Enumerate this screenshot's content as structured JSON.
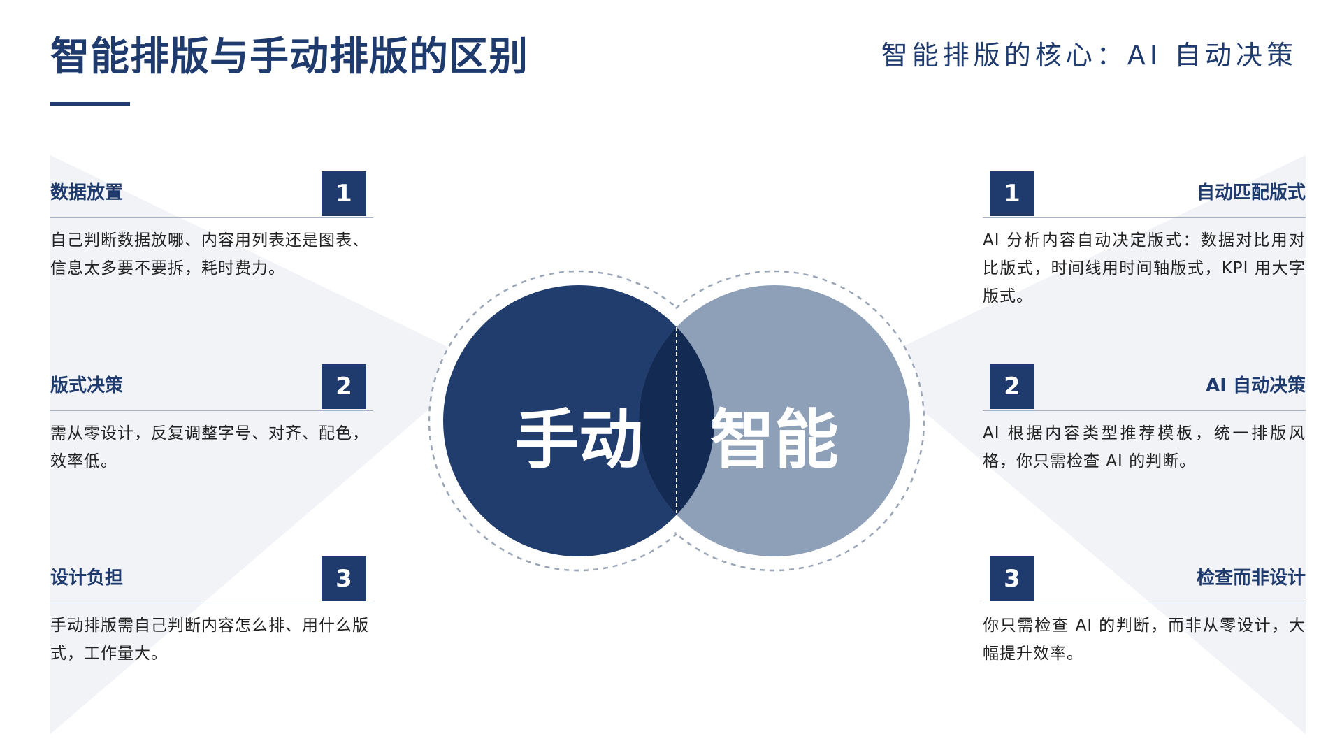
{
  "header": {
    "title": "智能排版与手动排版的区别",
    "subtitle": "智能排版的核心：AI 自动决策"
  },
  "left": {
    "items": [
      {
        "number": "1",
        "heading": "数据放置",
        "description": "自己判断数据放哪、内容用列表还是图表、信息太多要不要拆，耗时费力。"
      },
      {
        "number": "2",
        "heading": "版式决策",
        "description": "需从零设计，反复调整字号、对齐、配色，效率低。"
      },
      {
        "number": "3",
        "heading": "设计负担",
        "description": "手动排版需自己判断内容怎么排、用什么版式，工作量大。"
      }
    ]
  },
  "right": {
    "items": [
      {
        "number": "1",
        "heading": "自动匹配版式",
        "description": "AI 分析内容自动决定版式：数据对比用对比版式，时间线用时间轴版式，KPI 用大字版式。"
      },
      {
        "number": "2",
        "heading": "AI 自动决策",
        "description": "AI 根据内容类型推荐模板，统一排版风格，你只需检查 AI 的判断。"
      },
      {
        "number": "3",
        "heading": "检查而非设计",
        "description": "你只需检查 AI 的判断，而非从零设计，大幅提升效率。"
      }
    ]
  },
  "venn": {
    "left_label": "手动",
    "right_label": "智能"
  },
  "colors": {
    "primary": "#1f3b6e",
    "secondary": "#8e9fb8",
    "overlap": "#132a52",
    "background_band": "#f0f2f6"
  }
}
